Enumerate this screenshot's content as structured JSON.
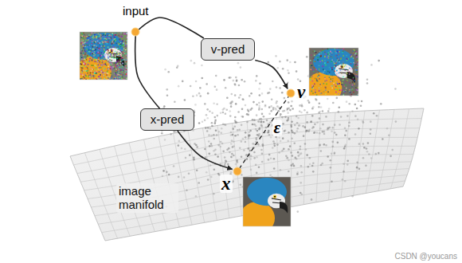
{
  "diagram": {
    "nodes": [
      {
        "text": [
          "input"
        ]
      },
      {
        "text": [
          "v-pred"
        ]
      },
      {
        "text": [
          "v"
        ]
      },
      {
        "text": [
          "x-pred"
        ]
      },
      {
        "text": [
          "x"
        ]
      }
    ],
    "edges": [
      {
        "from": 0,
        "to": 1,
        "arrow": "none"
      },
      {
        "from": 1,
        "to": 2,
        "arrow": "to"
      },
      {
        "from": 0,
        "to": 3,
        "arrow": "none"
      },
      {
        "from": 3,
        "to": 4,
        "arrow": "to"
      },
      {
        "from": 4,
        "to": 2,
        "arrow": "none",
        "label": "ε"
      }
    ],
    "labels": [
      "image manifold",
      "CSDN @youcans"
    ]
  }
}
